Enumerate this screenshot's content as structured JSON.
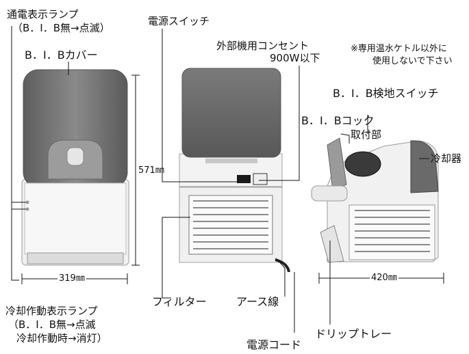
{
  "labels": {
    "lamp_title": "通電表示ランプ",
    "lamp_sub": "（B．I．B無→点滅）",
    "bib_cover": "B．I．Bカバー",
    "power_switch": "電源スイッチ",
    "outlet_line1": "外部機用コンセント",
    "outlet_line2": "900W以下",
    "note_line1": "※専用温水ケトル以外に",
    "note_line2": "使用しないで下さい",
    "bib_detect_switch": "B．I．B検地スイッチ",
    "bib_cock_line1": "B．I．Bコック",
    "bib_cock_line2": "取付部",
    "cooler": "冷却器",
    "height_dim": "571㎜",
    "width_dim": "319㎜",
    "depth_dim": "420㎜",
    "filter": "フィルター",
    "earth_wire": "アース線",
    "drip_tray": "ドリップトレー",
    "cooling_lamp_title": "冷却作動表示ランプ",
    "cooling_lamp_sub1": "（B．I．B無→点滅",
    "cooling_lamp_sub2": "冷却作動時→消灯）",
    "power_cord": "電源コード"
  },
  "colors": {
    "cover": "#6f6f6f",
    "body": "#ececec",
    "outline": "#9a9a9a",
    "line": "#111111"
  }
}
